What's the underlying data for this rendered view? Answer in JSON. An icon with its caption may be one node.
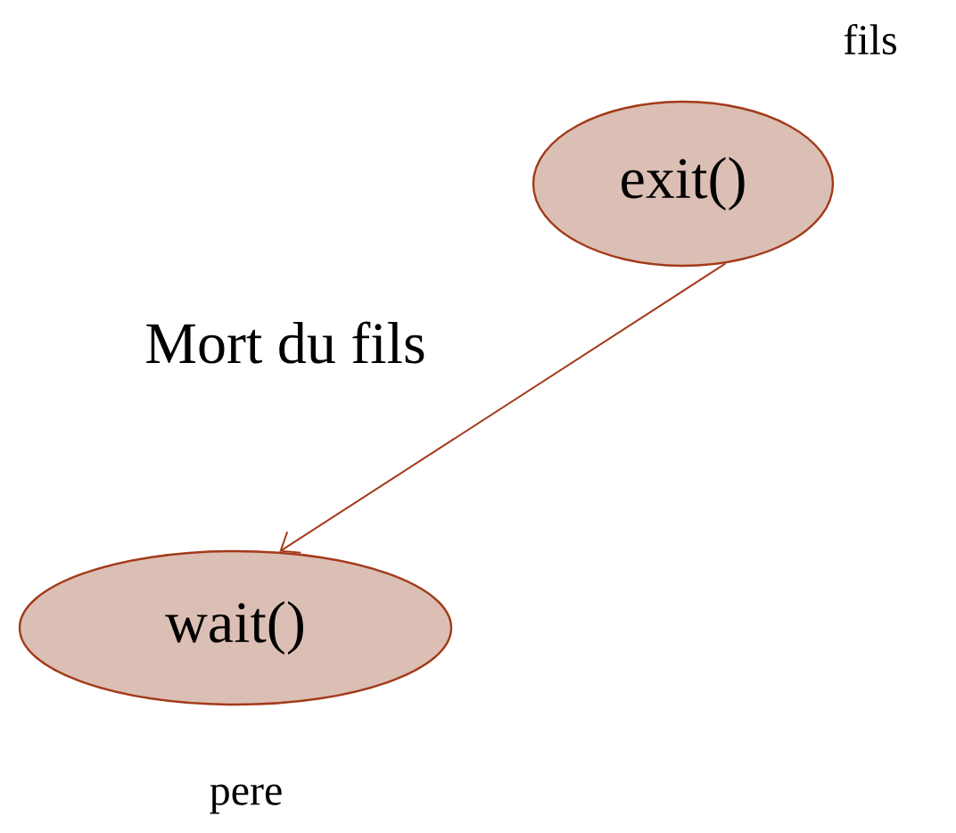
{
  "diagram": {
    "nodes": [
      {
        "text": [
          "exit()"
        ],
        "beside": [
          "fils"
        ]
      },
      {
        "text": [
          "wait()"
        ],
        "beside": [
          "pere"
        ]
      }
    ],
    "edges": [
      {
        "from": 0,
        "to": 1,
        "arrow": "to",
        "label": "Mort du fils"
      }
    ]
  }
}
